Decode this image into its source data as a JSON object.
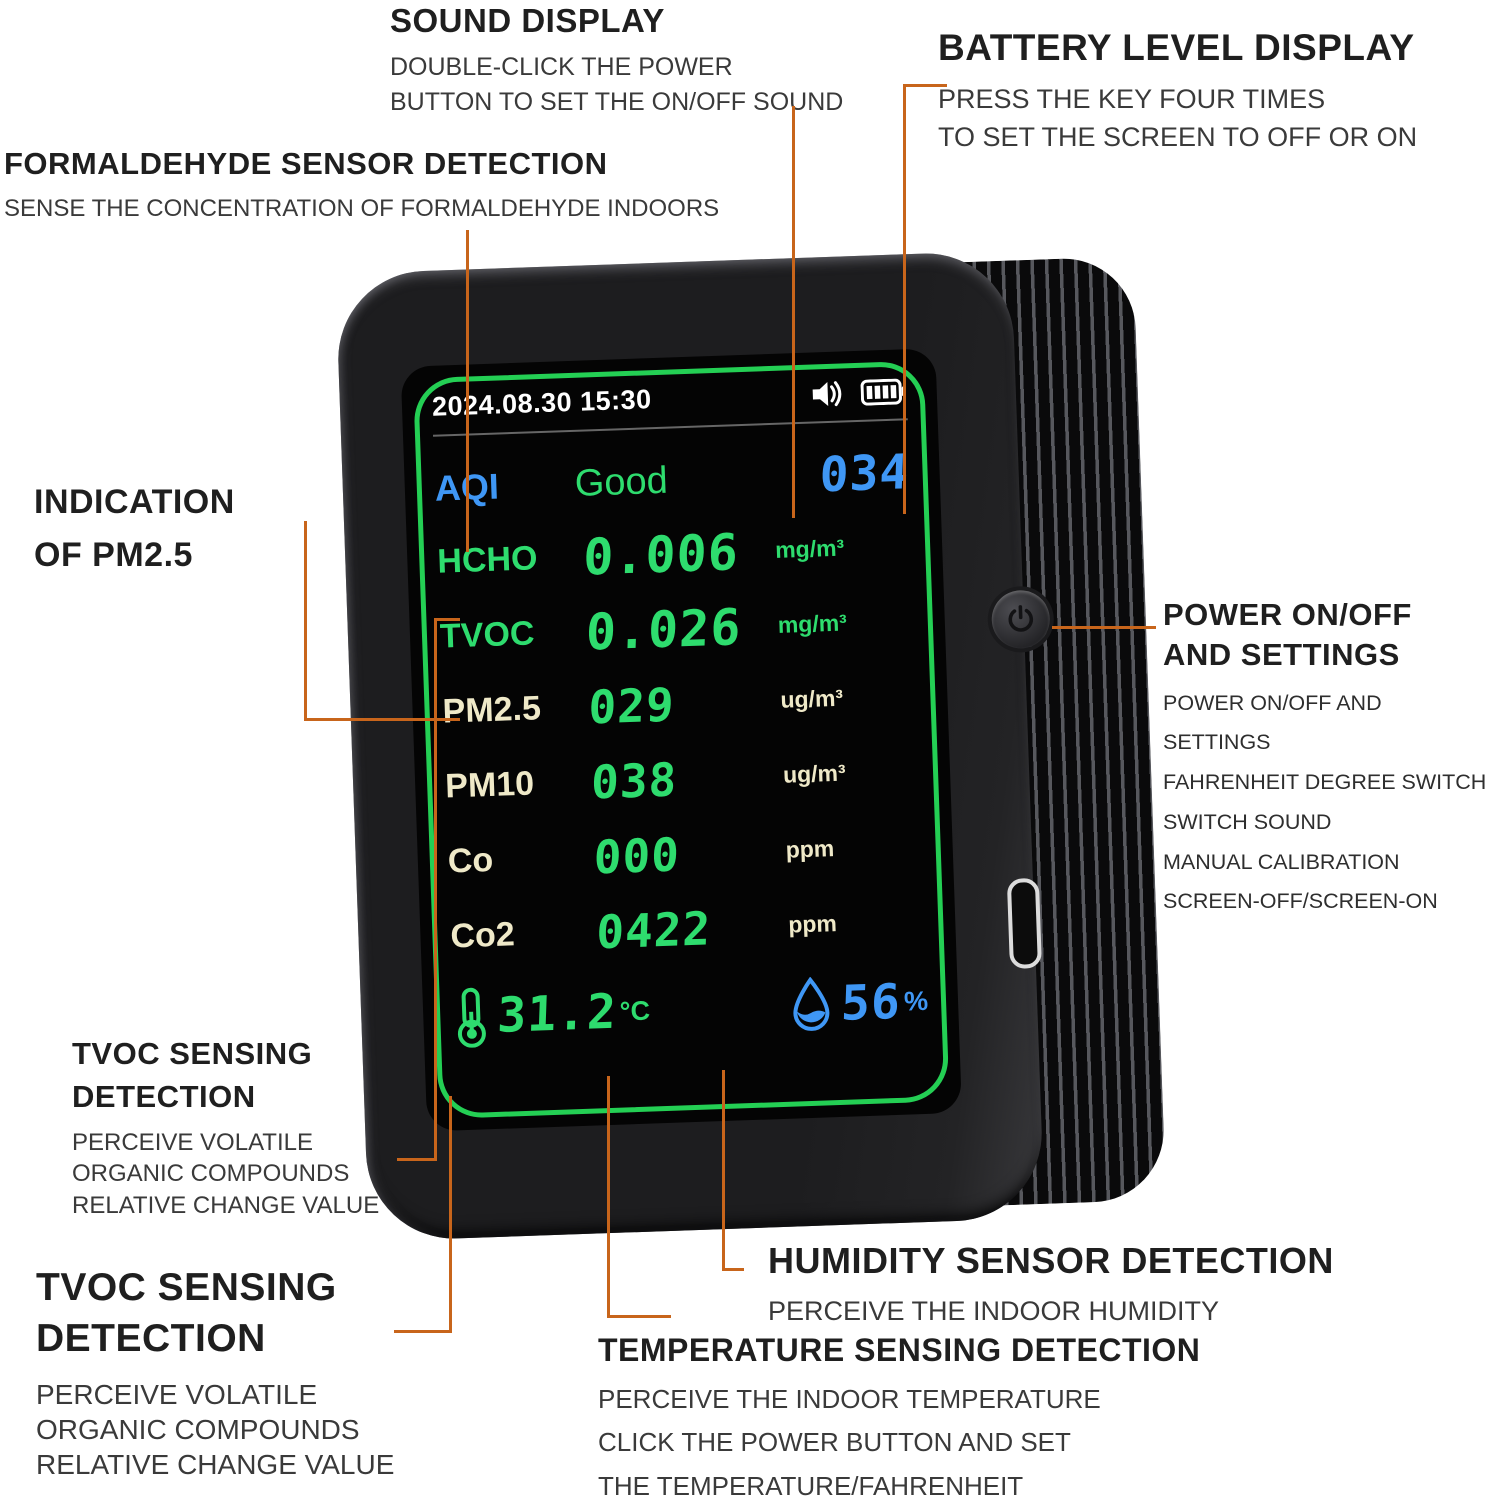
{
  "callouts": {
    "sound": {
      "title": "SOUND DISPLAY",
      "line1": "DOUBLE-CLICK THE POWER",
      "line2": "BUTTON TO SET THE ON/OFF SOUND"
    },
    "battery": {
      "title": "BATTERY LEVEL DISPLAY",
      "line1": "PRESS THE KEY FOUR TIMES",
      "line2": "TO SET THE SCREEN TO OFF OR ON"
    },
    "formaldehyde": {
      "title": "FORMALDEHYDE SENSOR DETECTION",
      "line1": "SENSE THE CONCENTRATION OF FORMALDEHYDE INDOORS"
    },
    "pm25": {
      "line1": "INDICATION",
      "line2": "OF PM2.5"
    },
    "power": {
      "title1": "POWER ON/OFF",
      "title2": "AND SETTINGS",
      "item1": "POWER ON/OFF AND SETTINGS",
      "item2": "FAHRENHEIT DEGREE SWITCH",
      "item3": "SWITCH SOUND",
      "item4": "MANUAL CALIBRATION",
      "item5": "SCREEN-OFF/SCREEN-ON"
    },
    "tvoc_small": {
      "title1": "TVOC SENSING",
      "title2": "DETECTION",
      "line1": "PERCEIVE VOLATILE",
      "line2": "ORGANIC COMPOUNDS",
      "line3": "RELATIVE CHANGE VALUE"
    },
    "tvoc_large": {
      "title1": "TVOC SENSING",
      "title2": "DETECTION",
      "line1": "PERCEIVE VOLATILE",
      "line2": "ORGANIC COMPOUNDS",
      "line3": "RELATIVE CHANGE VALUE"
    },
    "humidity": {
      "title": "HUMIDITY SENSOR DETECTION",
      "line1": "PERCEIVE THE INDOOR HUMIDITY"
    },
    "temperature": {
      "title": "TEMPERATURE SENSING DETECTION",
      "line1": "PERCEIVE THE INDOOR TEMPERATURE",
      "line2": "CLICK THE POWER BUTTON AND SET",
      "line3": "THE TEMPERATURE/FAHRENHEIT"
    }
  },
  "device": {
    "status": {
      "datetime": "2024.08.30 15:30",
      "icons": [
        "speaker-icon",
        "battery-icon"
      ]
    },
    "aqi": {
      "label": "AQI",
      "status": "Good",
      "value": "034"
    },
    "rows": [
      {
        "label": "HCHO",
        "value": "0.006",
        "unit": "mg/m³"
      },
      {
        "label": "TVOC",
        "value": "0.026",
        "unit": "mg/m³"
      },
      {
        "label": "PM2.5",
        "value": "029",
        "unit": "ug/m³"
      },
      {
        "label": "PM10",
        "value": "038",
        "unit": "ug/m³"
      },
      {
        "label": "Co",
        "value": "000",
        "unit": "ppm"
      },
      {
        "label": "Co2",
        "value": "0422",
        "unit": "ppm"
      }
    ],
    "footer": {
      "temp_value": "31.2",
      "temp_unit": "°C",
      "hum_value": "56",
      "hum_unit": "%"
    }
  },
  "colors": {
    "display_green": "#2edc6e",
    "display_blue": "#3f97f5",
    "display_cream": "#efe9c8",
    "frame_green": "#24cf54",
    "callout_orange": "#c8651b",
    "device_body": "#1d1d1f"
  }
}
